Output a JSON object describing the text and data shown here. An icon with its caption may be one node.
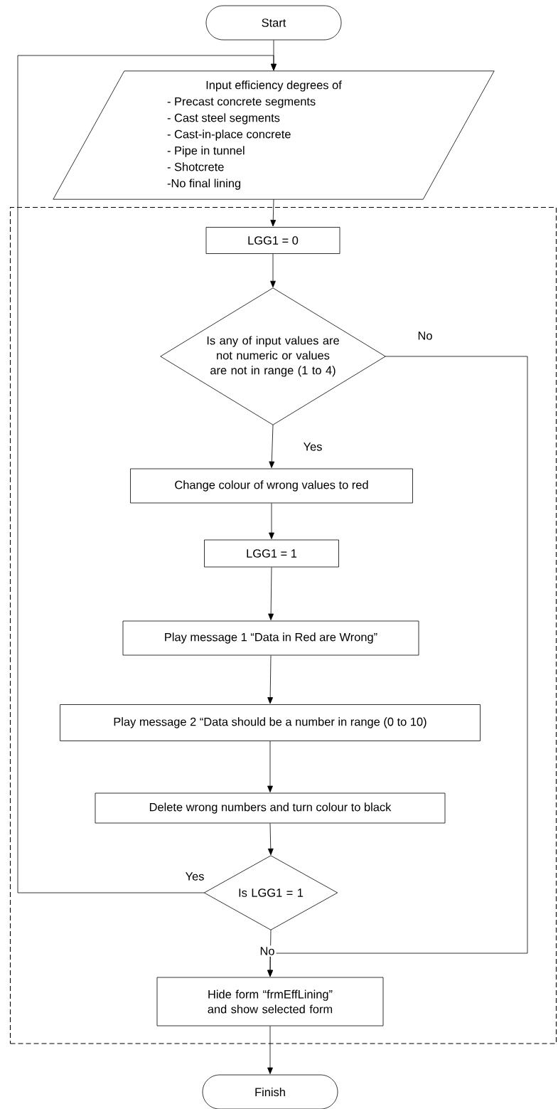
{
  "diagram": {
    "nodes": [
      {
        "text": [
          "Start"
        ]
      },
      {
        "text": [
          "Input efficiency degrees of",
          "- Precast concrete segments",
          "- Cast steel segments",
          "- Cast-in-place concrete",
          "- Pipe in tunnel",
          "- Shotcrete",
          "-No final lining"
        ]
      },
      {
        "text": [],
        "shape": "box"
      },
      {
        "text": [
          "LGG1 = 0"
        ],
        "in": 2
      },
      {
        "text": [
          "Is any of input values are not numeric or values are not in range (1 to 4)"
        ],
        "in": 2
      },
      {
        "text": [
          "Change colour of wrong values to red"
        ],
        "in": 2
      },
      {
        "text": [
          "LGG1 = 1"
        ],
        "in": 2
      },
      {
        "text": [
          "Play message 1  “Data in Red are Wrong”"
        ],
        "in": 2
      },
      {
        "text": [
          "Play message 2  “Data should be a number in range (0 to 10)"
        ],
        "in": 2
      },
      {
        "text": [
          "Delete wrong numbers and turn colour to black"
        ],
        "in": 2
      },
      {
        "text": [
          "Is LGG1 = 1"
        ],
        "in": 2
      },
      {
        "text": [
          "Hide form “frmEffLining” and show selected form"
        ],
        "in": 2
      },
      {
        "text": [
          "Finish"
        ]
      }
    ],
    "edges": [
      {
        "from": 0,
        "to": 1,
        "arrow": "to"
      },
      {
        "from": 1,
        "to": 3,
        "arrow": "to"
      },
      {
        "from": 3,
        "to": 4,
        "arrow": "to"
      },
      {
        "from": 4,
        "to": 5,
        "arrow": "to",
        "label": "Yes"
      },
      {
        "from": 4,
        "to": 11,
        "arrow": "to",
        "label": "No"
      },
      {
        "from": 5,
        "to": 6,
        "arrow": "to"
      },
      {
        "from": 6,
        "to": 7,
        "arrow": "to"
      },
      {
        "from": 7,
        "to": 8,
        "arrow": "to"
      },
      {
        "from": 8,
        "to": 9,
        "arrow": "to"
      },
      {
        "from": 9,
        "to": 10,
        "arrow": "to"
      },
      {
        "from": 10,
        "to": 1,
        "arrow": "to",
        "label": "Yes"
      },
      {
        "from": 10,
        "to": 11,
        "arrow": "to",
        "label": "No"
      },
      {
        "from": 11,
        "to": 12,
        "arrow": "to"
      }
    ]
  }
}
